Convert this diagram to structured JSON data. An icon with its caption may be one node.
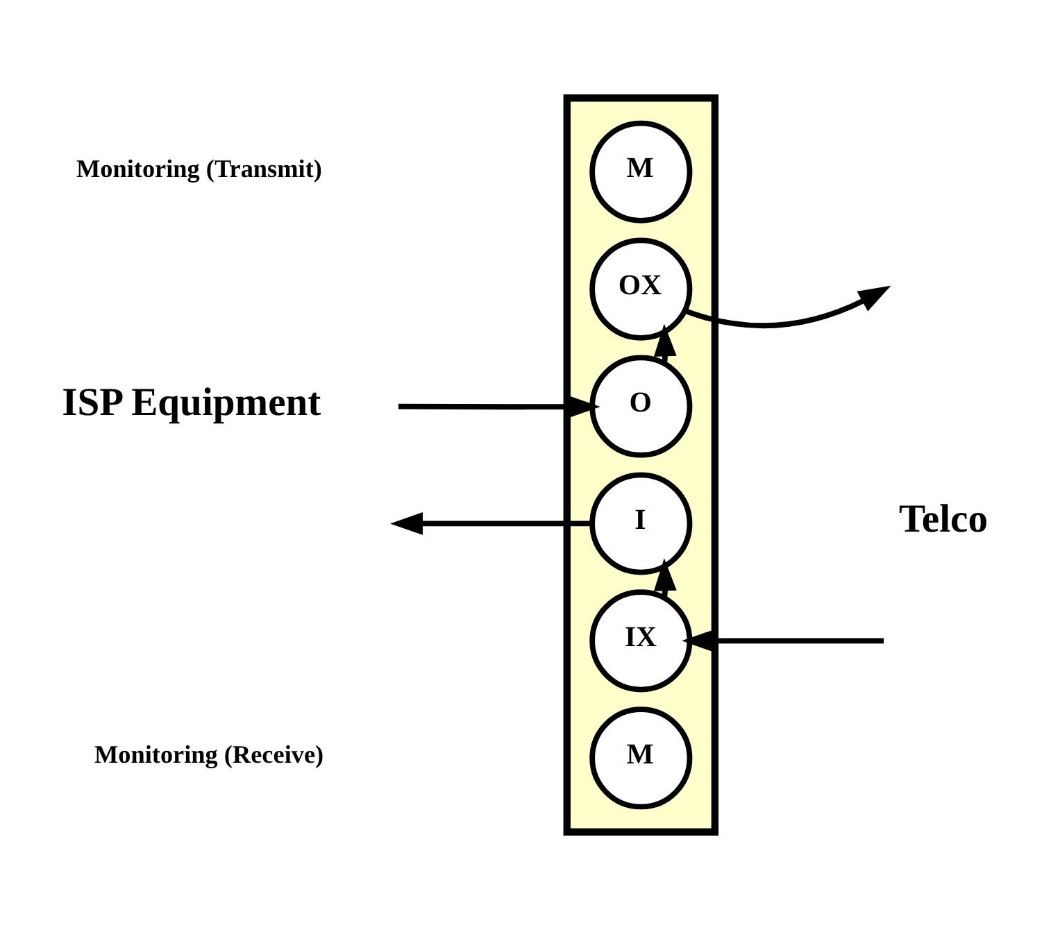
{
  "diagram": {
    "nodes": [
      {
        "text": [],
        "shape": "box"
      },
      {
        "text": [
          "M"
        ],
        "in": 0
      },
      {
        "text": [
          "OX"
        ],
        "in": 0
      },
      {
        "text": [
          "O"
        ],
        "in": 0
      },
      {
        "text": [
          "I"
        ],
        "in": 0
      },
      {
        "text": [
          "IX"
        ],
        "in": 0
      },
      {
        "text": [
          "M"
        ],
        "in": 0
      }
    ],
    "edges": [
      {
        "from": null,
        "to": 3,
        "arrow": "to"
      },
      {
        "from": 4,
        "to": null,
        "arrow": "to"
      },
      {
        "from": 3,
        "to": 2,
        "arrow": "to"
      },
      {
        "from": 2,
        "to": null,
        "arrow": "to"
      },
      {
        "from": null,
        "to": 5,
        "arrow": "to"
      },
      {
        "from": 5,
        "to": 4,
        "arrow": "to"
      }
    ],
    "labels": [
      "Monitoring (Transmit)",
      "ISP Equipment",
      "Telco",
      "Monitoring (Receive)"
    ]
  }
}
